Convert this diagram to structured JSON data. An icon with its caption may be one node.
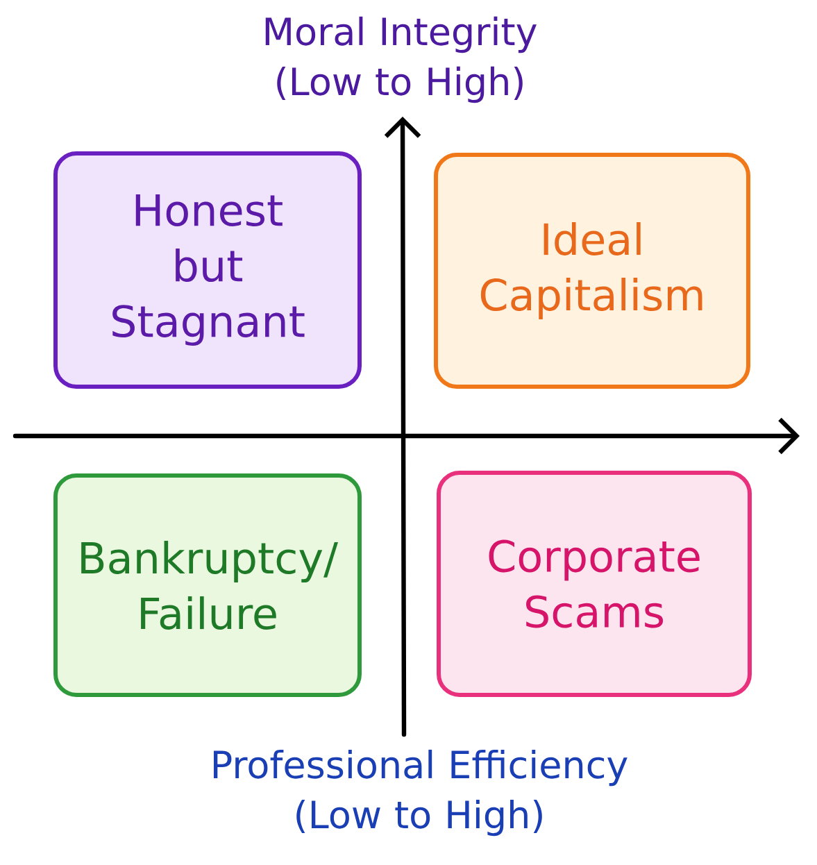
{
  "diagram": {
    "nodes": [
      {
        "text": [
          "Honest but Stagnant"
        ]
      },
      {
        "text": [
          "Ideal Capitalism"
        ]
      },
      {
        "text": [
          "Bankruptcy/ Failure"
        ]
      },
      {
        "text": [
          "Corporate Scams"
        ]
      }
    ],
    "labels": [
      "Moral Integrity (Low to High)",
      "Professional Efficiency (Low to High)"
    ]
  }
}
